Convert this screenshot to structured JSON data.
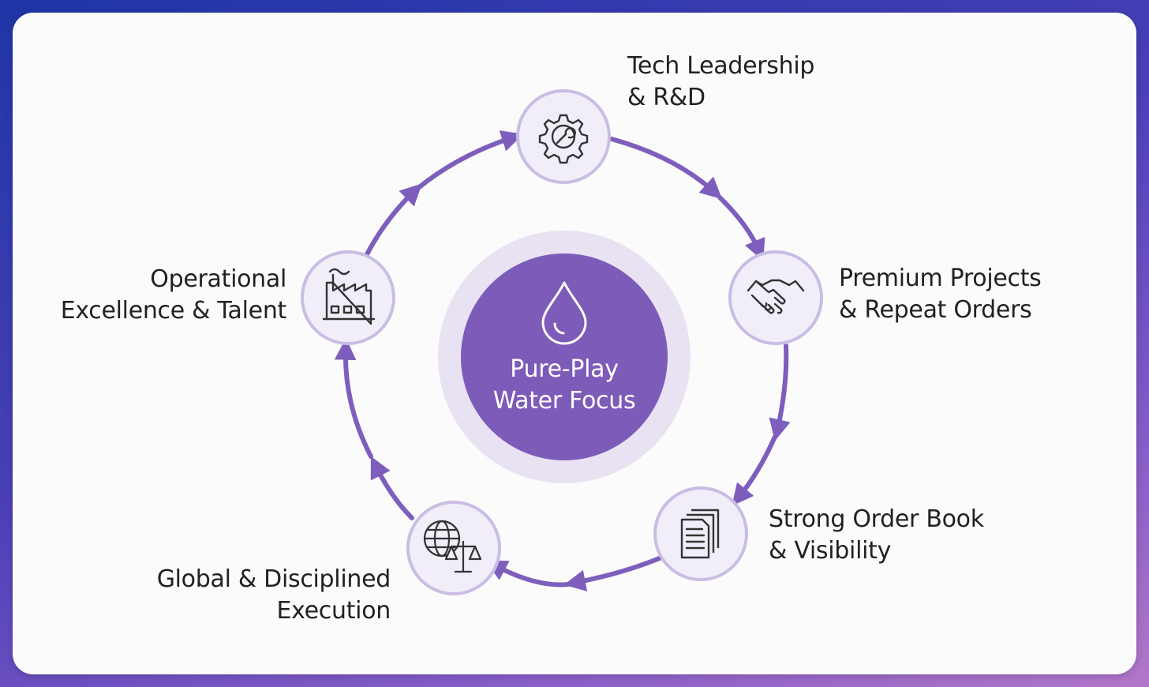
{
  "center": {
    "line1": "Pure-Play",
    "line2": "Water Focus",
    "icon": "water-drop-icon"
  },
  "nodes": [
    {
      "id": "tech",
      "line1": "Tech Leadership",
      "line2": "& R&D",
      "icon": "gear-wrench-icon"
    },
    {
      "id": "premium",
      "line1": "Premium Projects",
      "line2": "& Repeat Orders",
      "icon": "handshake-icon"
    },
    {
      "id": "orderbook",
      "line1": "Strong Order Book",
      "line2": "& Visibility",
      "icon": "documents-icon"
    },
    {
      "id": "global",
      "line1": "Global & Disciplined",
      "line2": "Execution",
      "icon": "globe-scales-icon"
    },
    {
      "id": "operational",
      "line1": "Operational",
      "line2": "Excellence & Talent",
      "icon": "factory-icon"
    }
  ],
  "colors": {
    "accent": "#7d5bb8",
    "accent_light": "#e7e1f2",
    "node_fill": "#f1edf8",
    "node_stroke": "#c9bde3",
    "arrow": "#7e5ebc",
    "text": "#202124"
  }
}
